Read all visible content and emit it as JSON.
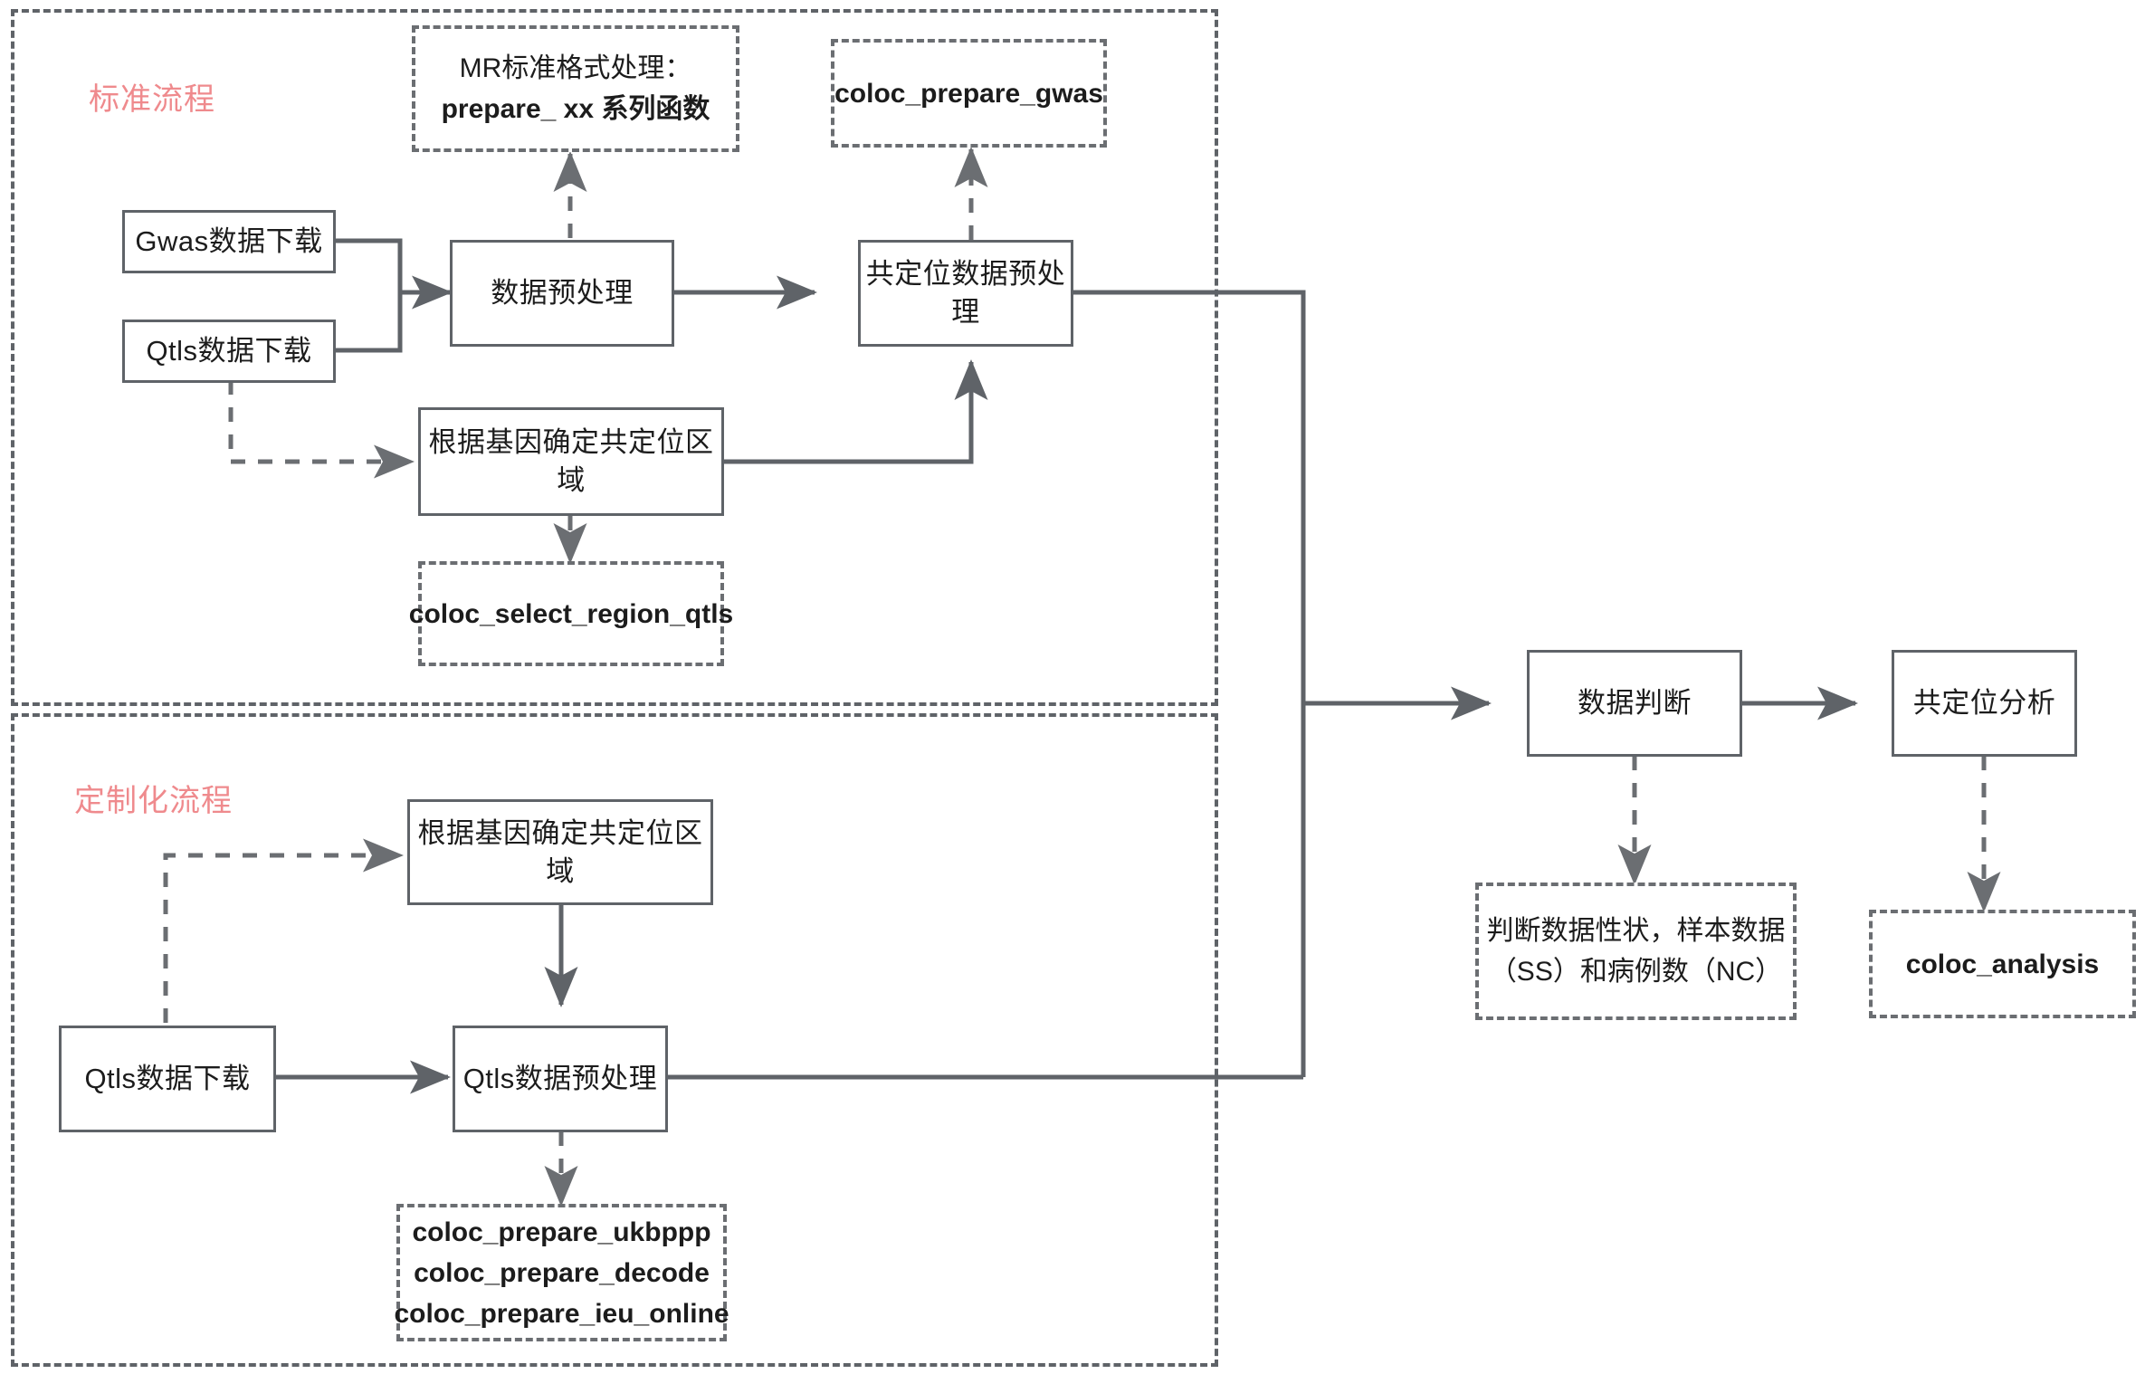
{
  "diagram": {
    "title": "Coloc pipeline flowchart",
    "colors": {
      "node_stroke": "#5f6368",
      "dashed_stroke": "#6b6e72",
      "group_label": "#ef8a8d",
      "text": "#1c1c1c",
      "background": "#ffffff"
    }
  },
  "groups": [
    {
      "id": "standard-flow",
      "label": "标准流程"
    },
    {
      "id": "custom-flow",
      "label": "定制化流程"
    }
  ],
  "nodes": {
    "gwas_download": "Gwas数据下载",
    "qtls_download_top": "Qtls数据下载",
    "data_preprocess": "数据预处理",
    "coloc_data_preprocess": "共定位数据预处理",
    "select_region_top": "根据基因确定共定位区域",
    "select_region_bottom": "根据基因确定共定位区域",
    "qtls_download_bottom": "Qtls数据下载",
    "qtls_preprocess": "Qtls数据预处理",
    "data_judge": "数据判断",
    "coloc_analysis_node": "共定位分析"
  },
  "annotations": {
    "mr_format": {
      "line1": "MR标准格式处理：",
      "line2": "prepare_ xx 系列函数"
    },
    "coloc_prepare_gwas": {
      "line1": "coloc_prepare_gwas"
    },
    "coloc_select_region_qtls": {
      "line1": "coloc_select_region_qtls"
    },
    "coloc_prepare_list": {
      "line1": "coloc_prepare_ukbppp",
      "line2": "coloc_prepare_decode",
      "line3": "coloc_prepare_ieu_online"
    },
    "judge_note": {
      "line1": "判断数据性状，样本数据",
      "line2": "（SS）和病例数（NC）"
    },
    "coloc_analysis_fn": {
      "line1": "coloc_analysis"
    }
  }
}
